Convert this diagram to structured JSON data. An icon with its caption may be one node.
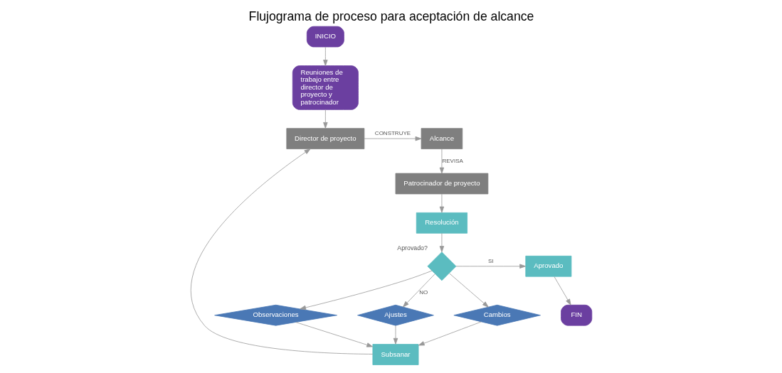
{
  "diagram": {
    "title": "Flujograma de proceso para aceptación de alcance",
    "nodes": [
      {
        "text": [
          "INICIO"
        ]
      },
      {
        "text": [
          "Reuniones de trabajo entre director de proyecto y patrocinador"
        ]
      },
      {
        "text": [
          "Director de proyecto"
        ]
      },
      {
        "text": [
          "Alcance"
        ]
      },
      {
        "text": [
          "Patrocinador de proyecto"
        ]
      },
      {
        "text": [
          "Resolución"
        ]
      },
      {
        "text": [],
        "shape": "diamond",
        "beside": [
          "Aprovado?"
        ]
      },
      {
        "text": [
          "Aprovado"
        ]
      },
      {
        "text": [
          "Observaciones"
        ]
      },
      {
        "text": [
          "Ajustes"
        ]
      },
      {
        "text": [
          "Cambios"
        ]
      },
      {
        "text": [
          "Subsanar"
        ]
      },
      {
        "text": [
          "FIN"
        ]
      }
    ],
    "edges": [
      {
        "from": 0,
        "to": 1,
        "arrow": "to"
      },
      {
        "from": 1,
        "to": 2,
        "arrow": "to"
      },
      {
        "from": 2,
        "to": 3,
        "label": "CONSTRUYE",
        "arrow": "to"
      },
      {
        "from": 3,
        "to": 4,
        "label": "REVISA",
        "arrow": "to"
      },
      {
        "from": 4,
        "to": 5,
        "arrow": "to"
      },
      {
        "from": 5,
        "to": 6,
        "arrow": "to"
      },
      {
        "from": 6,
        "to": 7,
        "label": "SI",
        "arrow": "to"
      },
      {
        "from": 6,
        "to": 8,
        "arrow": "to"
      },
      {
        "from": 6,
        "to": 9,
        "label": "NO",
        "arrow": "to"
      },
      {
        "from": 6,
        "to": 10,
        "arrow": "to"
      },
      {
        "from": 8,
        "to": 11,
        "arrow": "to"
      },
      {
        "from": 9,
        "to": 11,
        "arrow": "to"
      },
      {
        "from": 10,
        "to": 11,
        "arrow": "to"
      },
      {
        "from": 11,
        "to": 2,
        "arrow": "to"
      },
      {
        "from": 7,
        "to": 12,
        "arrow": "to"
      }
    ]
  }
}
